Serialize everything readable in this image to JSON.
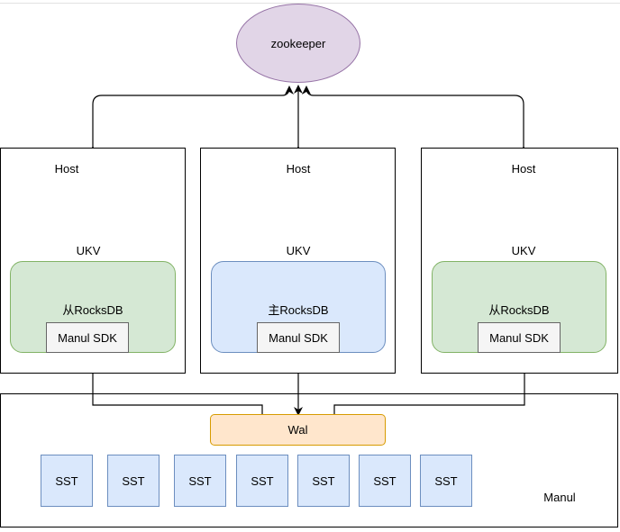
{
  "zookeeper": {
    "label": "zookeeper"
  },
  "hosts": [
    {
      "host_label": "Host",
      "ukv_label": "UKV",
      "db_label": "从RocksDB",
      "sdk_label": "Manul SDK",
      "role_color": "#d5e8d4"
    },
    {
      "host_label": "Host",
      "ukv_label": "UKV",
      "db_label": "主RocksDB",
      "sdk_label": "Manul SDK",
      "role_color": "#dae8fc"
    },
    {
      "host_label": "Host",
      "ukv_label": "UKV",
      "db_label": "从RocksDB",
      "sdk_label": "Manul SDK",
      "role_color": "#d5e8d4"
    }
  ],
  "manul": {
    "label": "Manul",
    "wal_label": "Wal",
    "sst_labels": [
      "SST",
      "SST",
      "SST",
      "SST",
      "SST",
      "SST",
      "SST"
    ]
  },
  "colors": {
    "zookeeper_fill": "#e1d5e7",
    "slave_fill": "#d5e8d4",
    "master_fill": "#dae8fc",
    "wal_fill": "#ffe6cc",
    "sst_fill": "#dae8fc",
    "sdk_fill": "#f5f5f5"
  }
}
